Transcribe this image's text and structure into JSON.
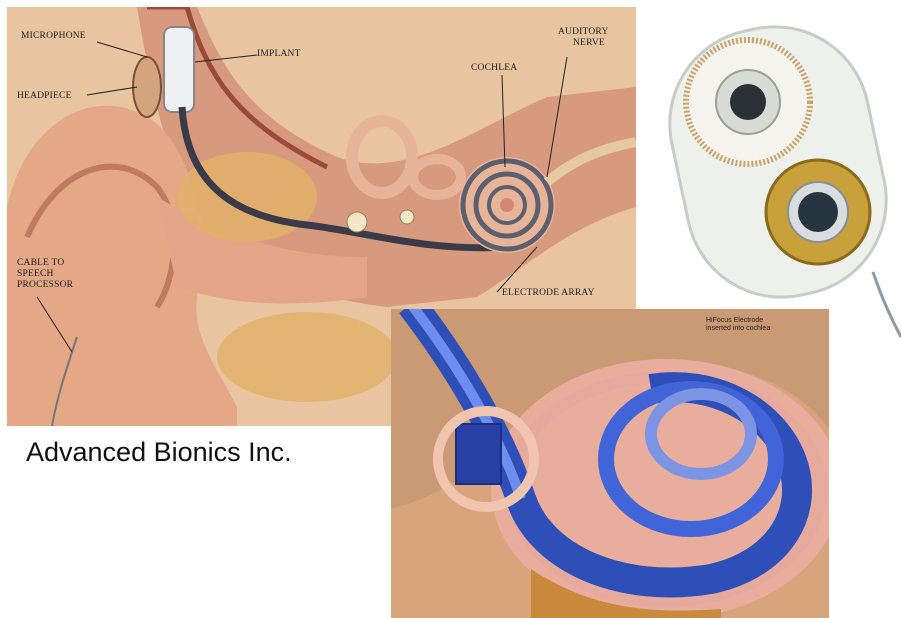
{
  "ear_diagram": {
    "labels": {
      "microphone": "MICROPHONE",
      "headpiece": "HEADPIECE",
      "implant": "IMPLANT",
      "cochlea": "COCHLEA",
      "auditory_nerve_line1": "AUDITORY",
      "auditory_nerve_line2": "NERVE",
      "cable_line1": "CABLE TO",
      "cable_line2": "SPEECH",
      "cable_line3": "PROCESSOR",
      "electrode_array": "ELECTRODE ARRAY"
    }
  },
  "caption": "Advanced Bionics Inc.",
  "cochlea_render": {
    "note_line1": "HiFocus Electrode",
    "note_line2": "inserted into cochlea"
  },
  "colors": {
    "skin": "#e9c6a3",
    "tissue": "#c98a6a",
    "electrode_blue": "#2e4fb8",
    "gold": "#c9a13a"
  }
}
